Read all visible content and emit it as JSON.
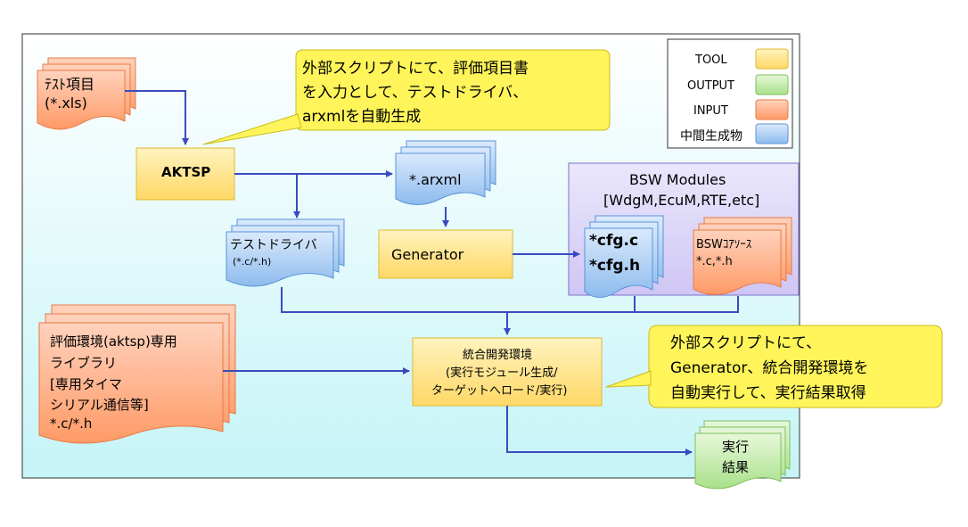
{
  "legend": {
    "items": [
      {
        "label": "TOOL",
        "color": "#ffe680"
      },
      {
        "label": "OUTPUT",
        "color": "#c6ecb0"
      },
      {
        "label": "INPUT",
        "color": "#ffa880"
      },
      {
        "label": "中間生成物",
        "color": "#a8ccf0"
      }
    ]
  },
  "nodes": {
    "test_items": {
      "line1": "ﾃｽﾄ項目",
      "line2": "(*.xls)"
    },
    "aktsp": {
      "label": "AKTSP"
    },
    "arxml": {
      "label": "*.arxml"
    },
    "test_driver": {
      "line1": "テストドライバ",
      "line2": "(*.c/*.h)"
    },
    "generator": {
      "label": "Generator"
    },
    "bsw_modules": {
      "title1": "BSW Modules",
      "title2": "[WdgM,EcuM,RTE,etc]"
    },
    "cfg_files": {
      "line1": "*cfg.c",
      "line2": "*cfg.h"
    },
    "bsw_core": {
      "line1": "BSWｺｱｿｰｽ",
      "line2": "*.c,*.h"
    },
    "library": {
      "line1": "評価環境(aktsp)専用",
      "line2": "ライブラリ",
      "line3": "[専用タイマ",
      "line4": "シリアル通信等]",
      "line5": "*.c/*.h"
    },
    "ide": {
      "line1": "統合開発環境",
      "line2": "(実行モジュール生成/",
      "line3": "ターゲットへロード/実行)"
    },
    "results": {
      "line1": "実行",
      "line2": "結果"
    }
  },
  "callouts": {
    "top": {
      "line1": "外部スクリプトにて、評価項目書",
      "line2": "を入力として、テストドライバ、",
      "line3": "arxmlを自動生成"
    },
    "right": {
      "line1": "外部スクリプトにて、",
      "line2": "Generator、統合開発環境を",
      "line3": "自動実行して、実行結果取得"
    }
  },
  "colors": {
    "tool": "#ffe680",
    "output": "#c6ecb0",
    "input": "#ffa880",
    "intermediate": "#a8ccf0",
    "callout": "#fff55a",
    "arrow": "#3a4bc0",
    "bsw_panel": "#d9d2f7"
  }
}
